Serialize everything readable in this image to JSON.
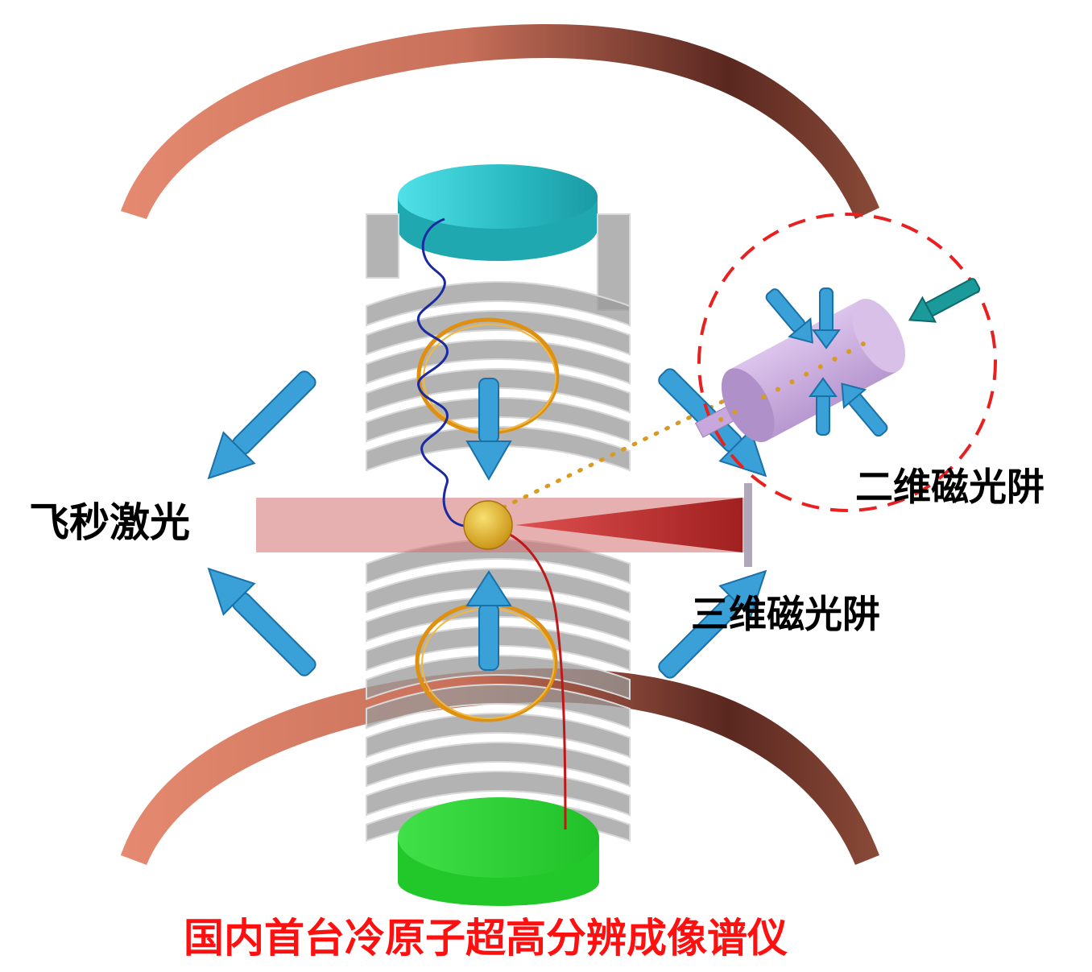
{
  "labels": {
    "femtosecond_laser": "飞秒激光",
    "mot_2d": "二维磁光阱",
    "mot_3d": "三维磁光阱",
    "caption": "国内首台冷原子超高分辨成像谱仪"
  },
  "colors": {
    "copper": "#c8705a",
    "detector_top": "#2ec8d0",
    "detector_bottom": "#22d030",
    "laser_arrow": "#3aa0d8",
    "coil": "#e09010",
    "atom": "#e8b820",
    "mot2d_cylinder": "#c8a8dc",
    "dashed_circle": "#e82020",
    "caption": "#ff1010"
  },
  "icons": {
    "atom_cloud": "yellow-sphere",
    "cooling_beams": "blue-arrows",
    "electron_path": "blue-helix",
    "ion_path": "red-curve"
  }
}
